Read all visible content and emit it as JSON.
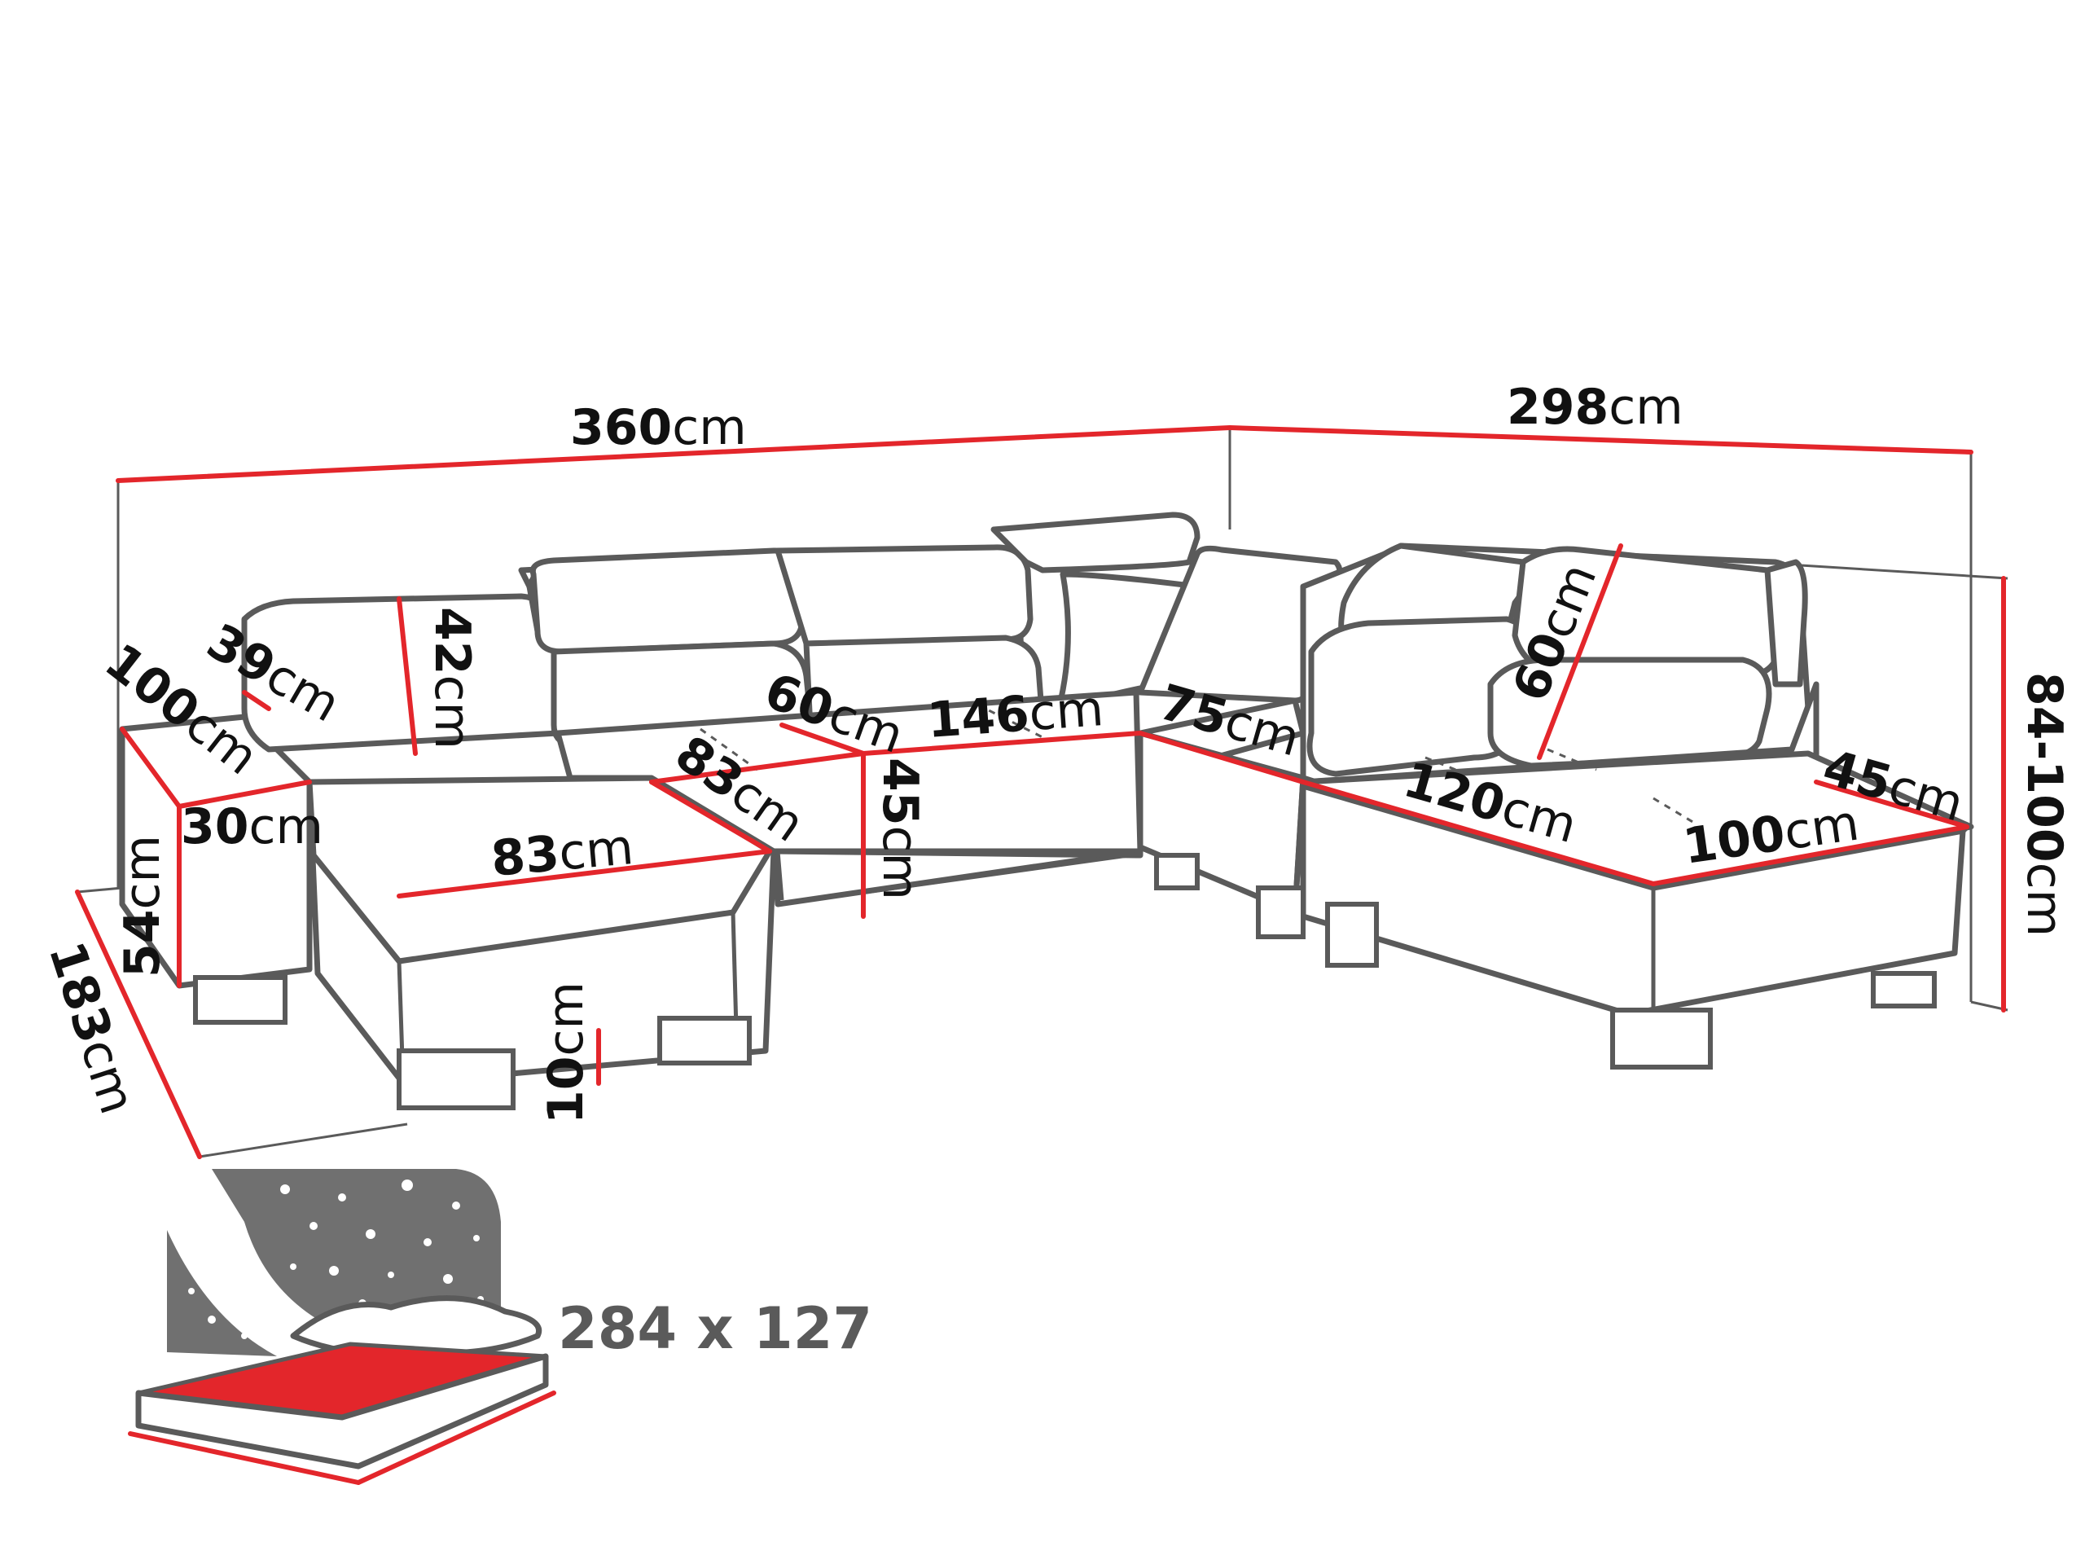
{
  "unit": "cm",
  "dimensions": {
    "total_width_left": "360",
    "total_width_right": "298",
    "total_depth": "183",
    "height": "84-100",
    "seat_height": "45",
    "leg_height": "10",
    "armrest_height": "54",
    "armrest_width": "30",
    "headrest_height": "42",
    "armrest_depth": "100",
    "backrest_depth": "39",
    "chaise_seat_width": "83",
    "chaise_seat_depth": "83",
    "middle_seat_depth": "60",
    "middle_seat_width": "146",
    "corner_width": "75",
    "right_headrest": "60",
    "right_seat_width": "120",
    "right_chaise_width": "100",
    "right_chaise_tip": "45"
  },
  "bed": {
    "size_label": "284 x 127"
  },
  "colors": {
    "dimension_line": "#e3262b",
    "outline": "#5a5a5a",
    "night_sky": "#707070",
    "mattress": "#e3262b"
  }
}
